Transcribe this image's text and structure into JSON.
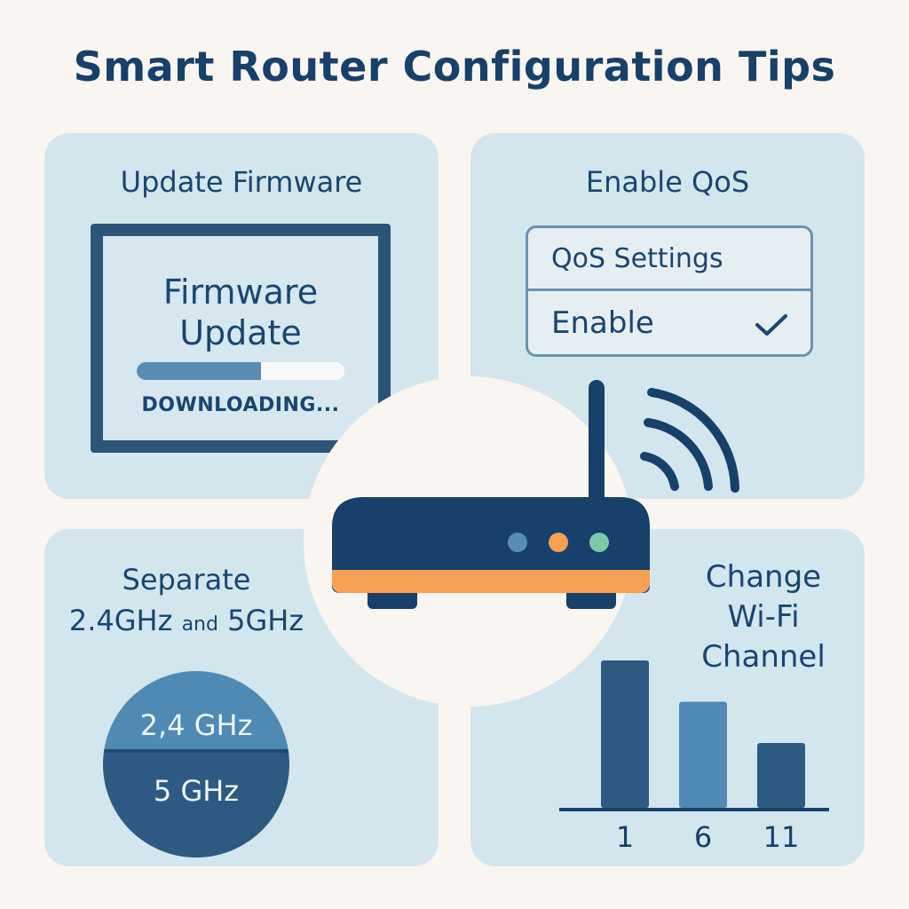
{
  "title": "Smart Router Configuration Tips",
  "colors": {
    "background": "#f9f6f1",
    "card": "#d3e6ee",
    "navy": "#17406a",
    "accent_orange": "#f6a054",
    "accent_green": "#7ccaa8",
    "accent_blue": "#5a8db2"
  },
  "firmware": {
    "heading": "Update Firmware",
    "screen_title_line1": "Firmware",
    "screen_title_line2": "Update",
    "progress": 0.6,
    "status": "DOWNLOADING..."
  },
  "qos": {
    "heading": "Enable QoS",
    "settings_label": "QoS Settings",
    "enable_label": "Enable",
    "enabled": true,
    "check_icon": "check-icon"
  },
  "router": {
    "icon": "router-icon",
    "signal_icon": "wifi-signal-icon",
    "led_colors": [
      "#5a8db2",
      "#f6a054",
      "#7ccaa8"
    ]
  },
  "bands": {
    "heading_line1": "Separate",
    "heading_band1": "2.4GHz",
    "heading_and": "and",
    "heading_band2": "5GHz",
    "top_label": "2,4 GHz",
    "bottom_label": "5 GHz"
  },
  "channel": {
    "heading_line1": "Change",
    "heading_line2": "Wi-Fi",
    "heading_line3": "Channel"
  },
  "chart_data": {
    "type": "bar",
    "categories": [
      "1",
      "6",
      "11"
    ],
    "values": [
      100,
      72,
      44
    ],
    "colors": [
      "#2d5a82",
      "#4e8ab3",
      "#2d5a82"
    ],
    "title": "",
    "xlabel": "",
    "ylabel": ""
  }
}
